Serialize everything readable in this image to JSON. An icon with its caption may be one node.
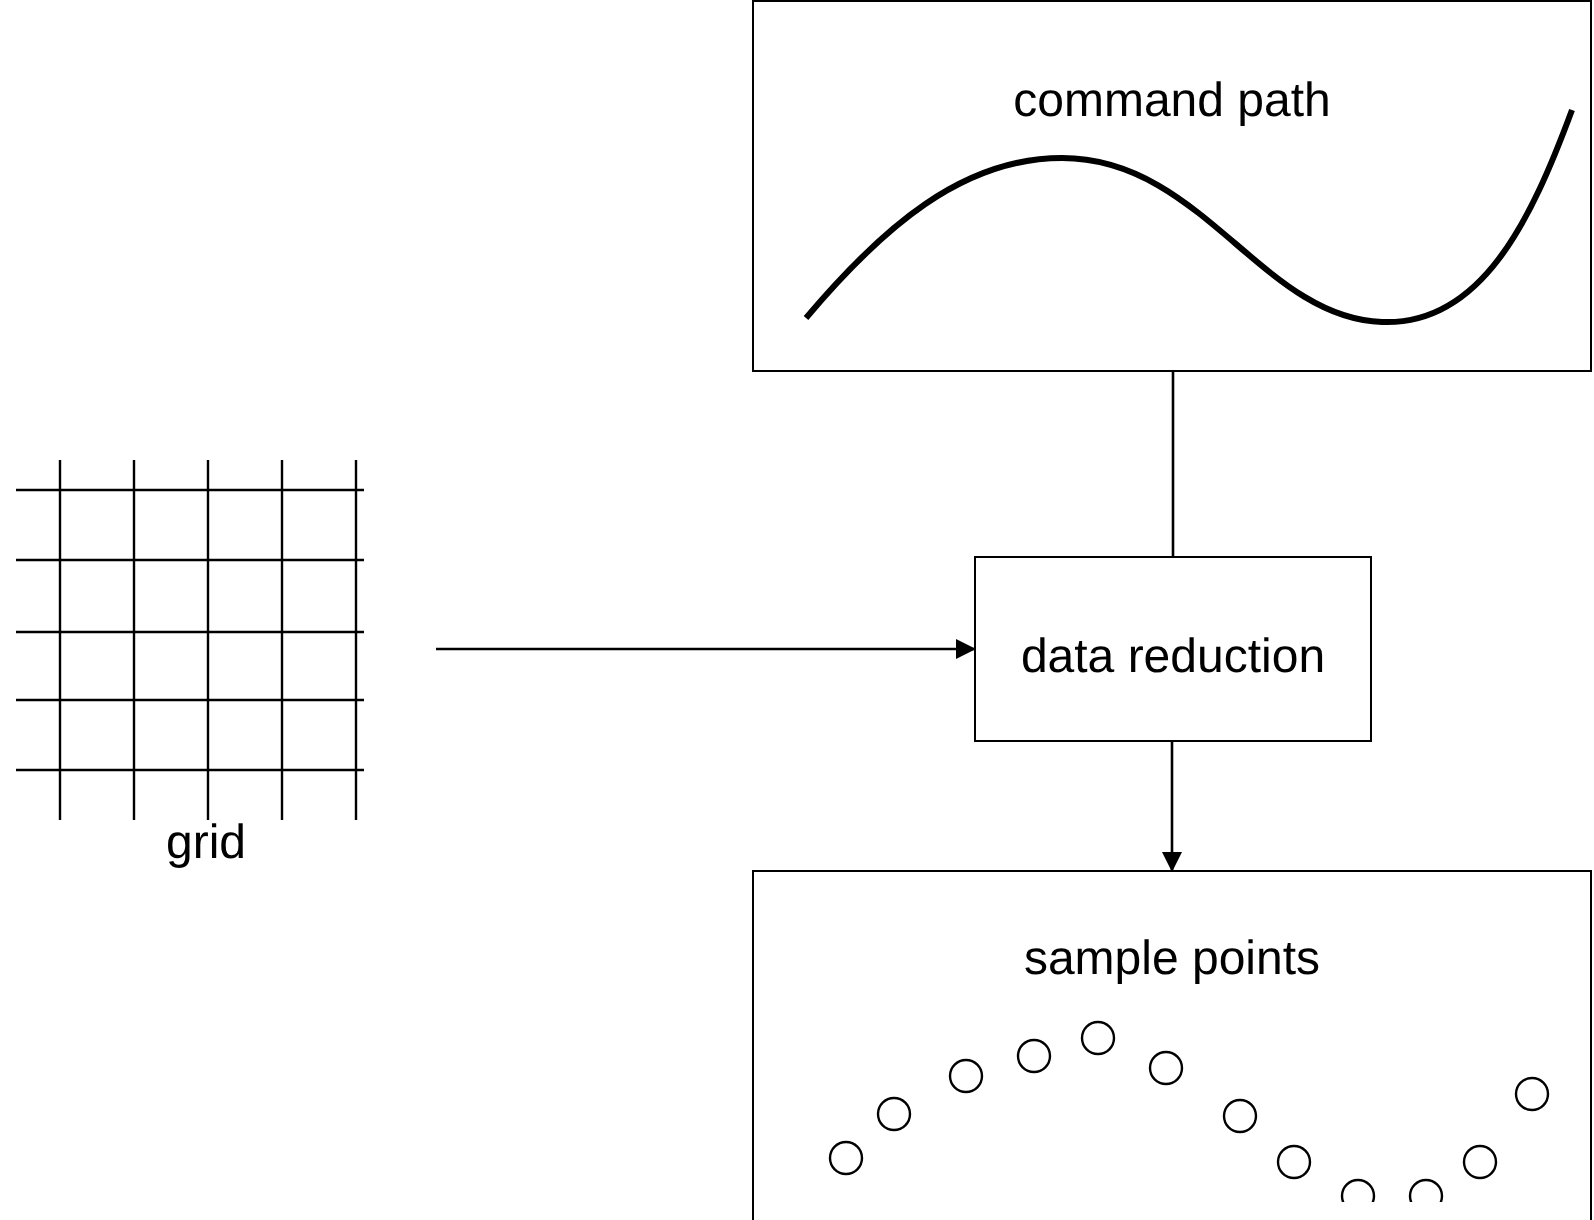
{
  "diagram": {
    "nodes": [
      {
        "text": [
          "command path"
        ]
      },
      {
        "text": [
          "grid"
        ]
      },
      {
        "text": [
          "data reduction"
        ]
      },
      {
        "text": [
          "sample points"
        ]
      }
    ],
    "edges": [
      {
        "from": 0,
        "to": 2,
        "arrow": "none"
      },
      {
        "from": 1,
        "to": 2,
        "arrow": "to"
      },
      {
        "from": 2,
        "to": 3,
        "arrow": "to"
      }
    ]
  }
}
